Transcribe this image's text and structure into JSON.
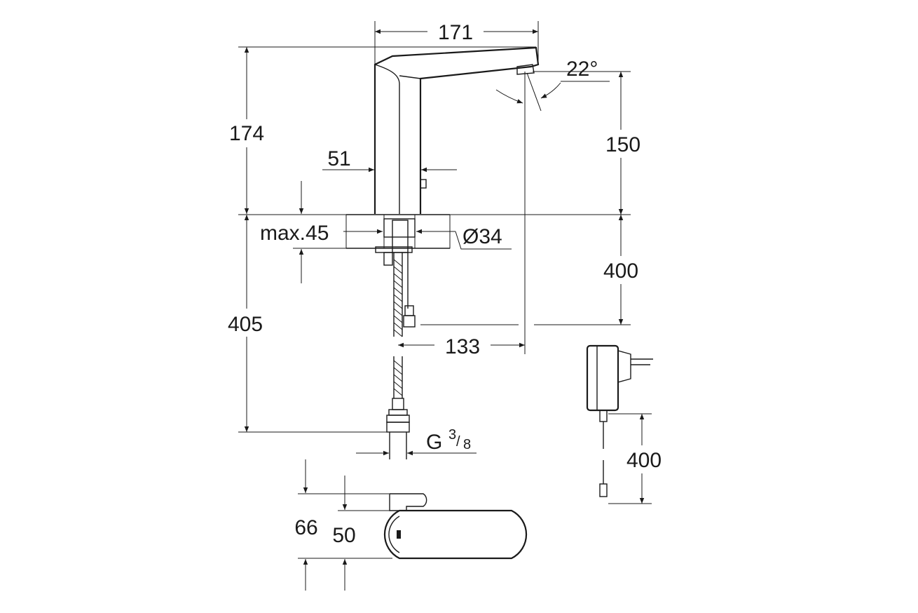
{
  "dimensions": {
    "spout_reach_top": "171",
    "total_height": "174",
    "spray_angle": "22°",
    "spout_height": "150",
    "body_diameter": "51",
    "max_deck_thickness": "max.45",
    "hole_diameter": "Ø34",
    "hose_length_right": "400",
    "hose_total": "405",
    "sensor_offset": "133",
    "connection_prefix": "G",
    "connection_num": "3",
    "connection_den": "8",
    "adapter_cable": "400",
    "base_depth": "66",
    "base_width": "50"
  },
  "colors": {
    "line": "#1a1a1a",
    "background": "#ffffff"
  }
}
